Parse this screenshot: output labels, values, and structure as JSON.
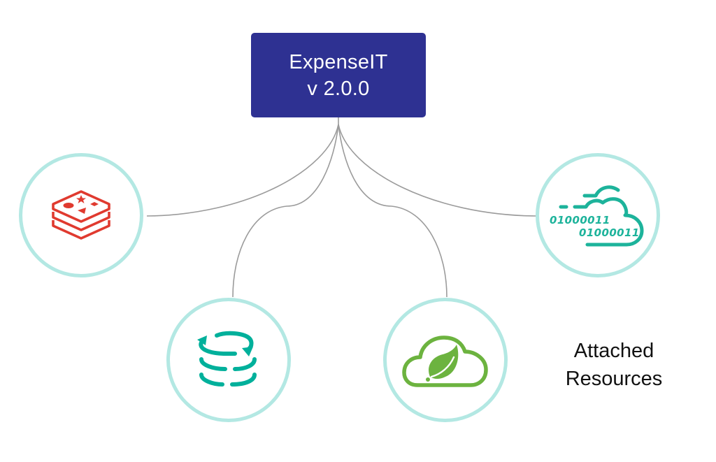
{
  "app": {
    "name": "ExpenseIT",
    "version": "v 2.0.0",
    "color": "#2e3192"
  },
  "connector_color": "#9b9b9b",
  "node_ring_color": "#b3e8e3",
  "resources": [
    {
      "id": "redis",
      "icon": "redis-stack-icon",
      "color": "#e03a2f"
    },
    {
      "id": "database",
      "icon": "database-sync-icon",
      "color": "#00b09b"
    },
    {
      "id": "spring-cloud",
      "icon": "spring-cloud-leaf-icon",
      "color": "#6cb33f"
    },
    {
      "id": "cloud-data",
      "icon": "binary-cloud-icon",
      "color": "#1db39b",
      "binary_lines": [
        "01000011",
        "01000011"
      ]
    }
  ],
  "caption": {
    "line1": "Attached",
    "line2": "Resources"
  }
}
